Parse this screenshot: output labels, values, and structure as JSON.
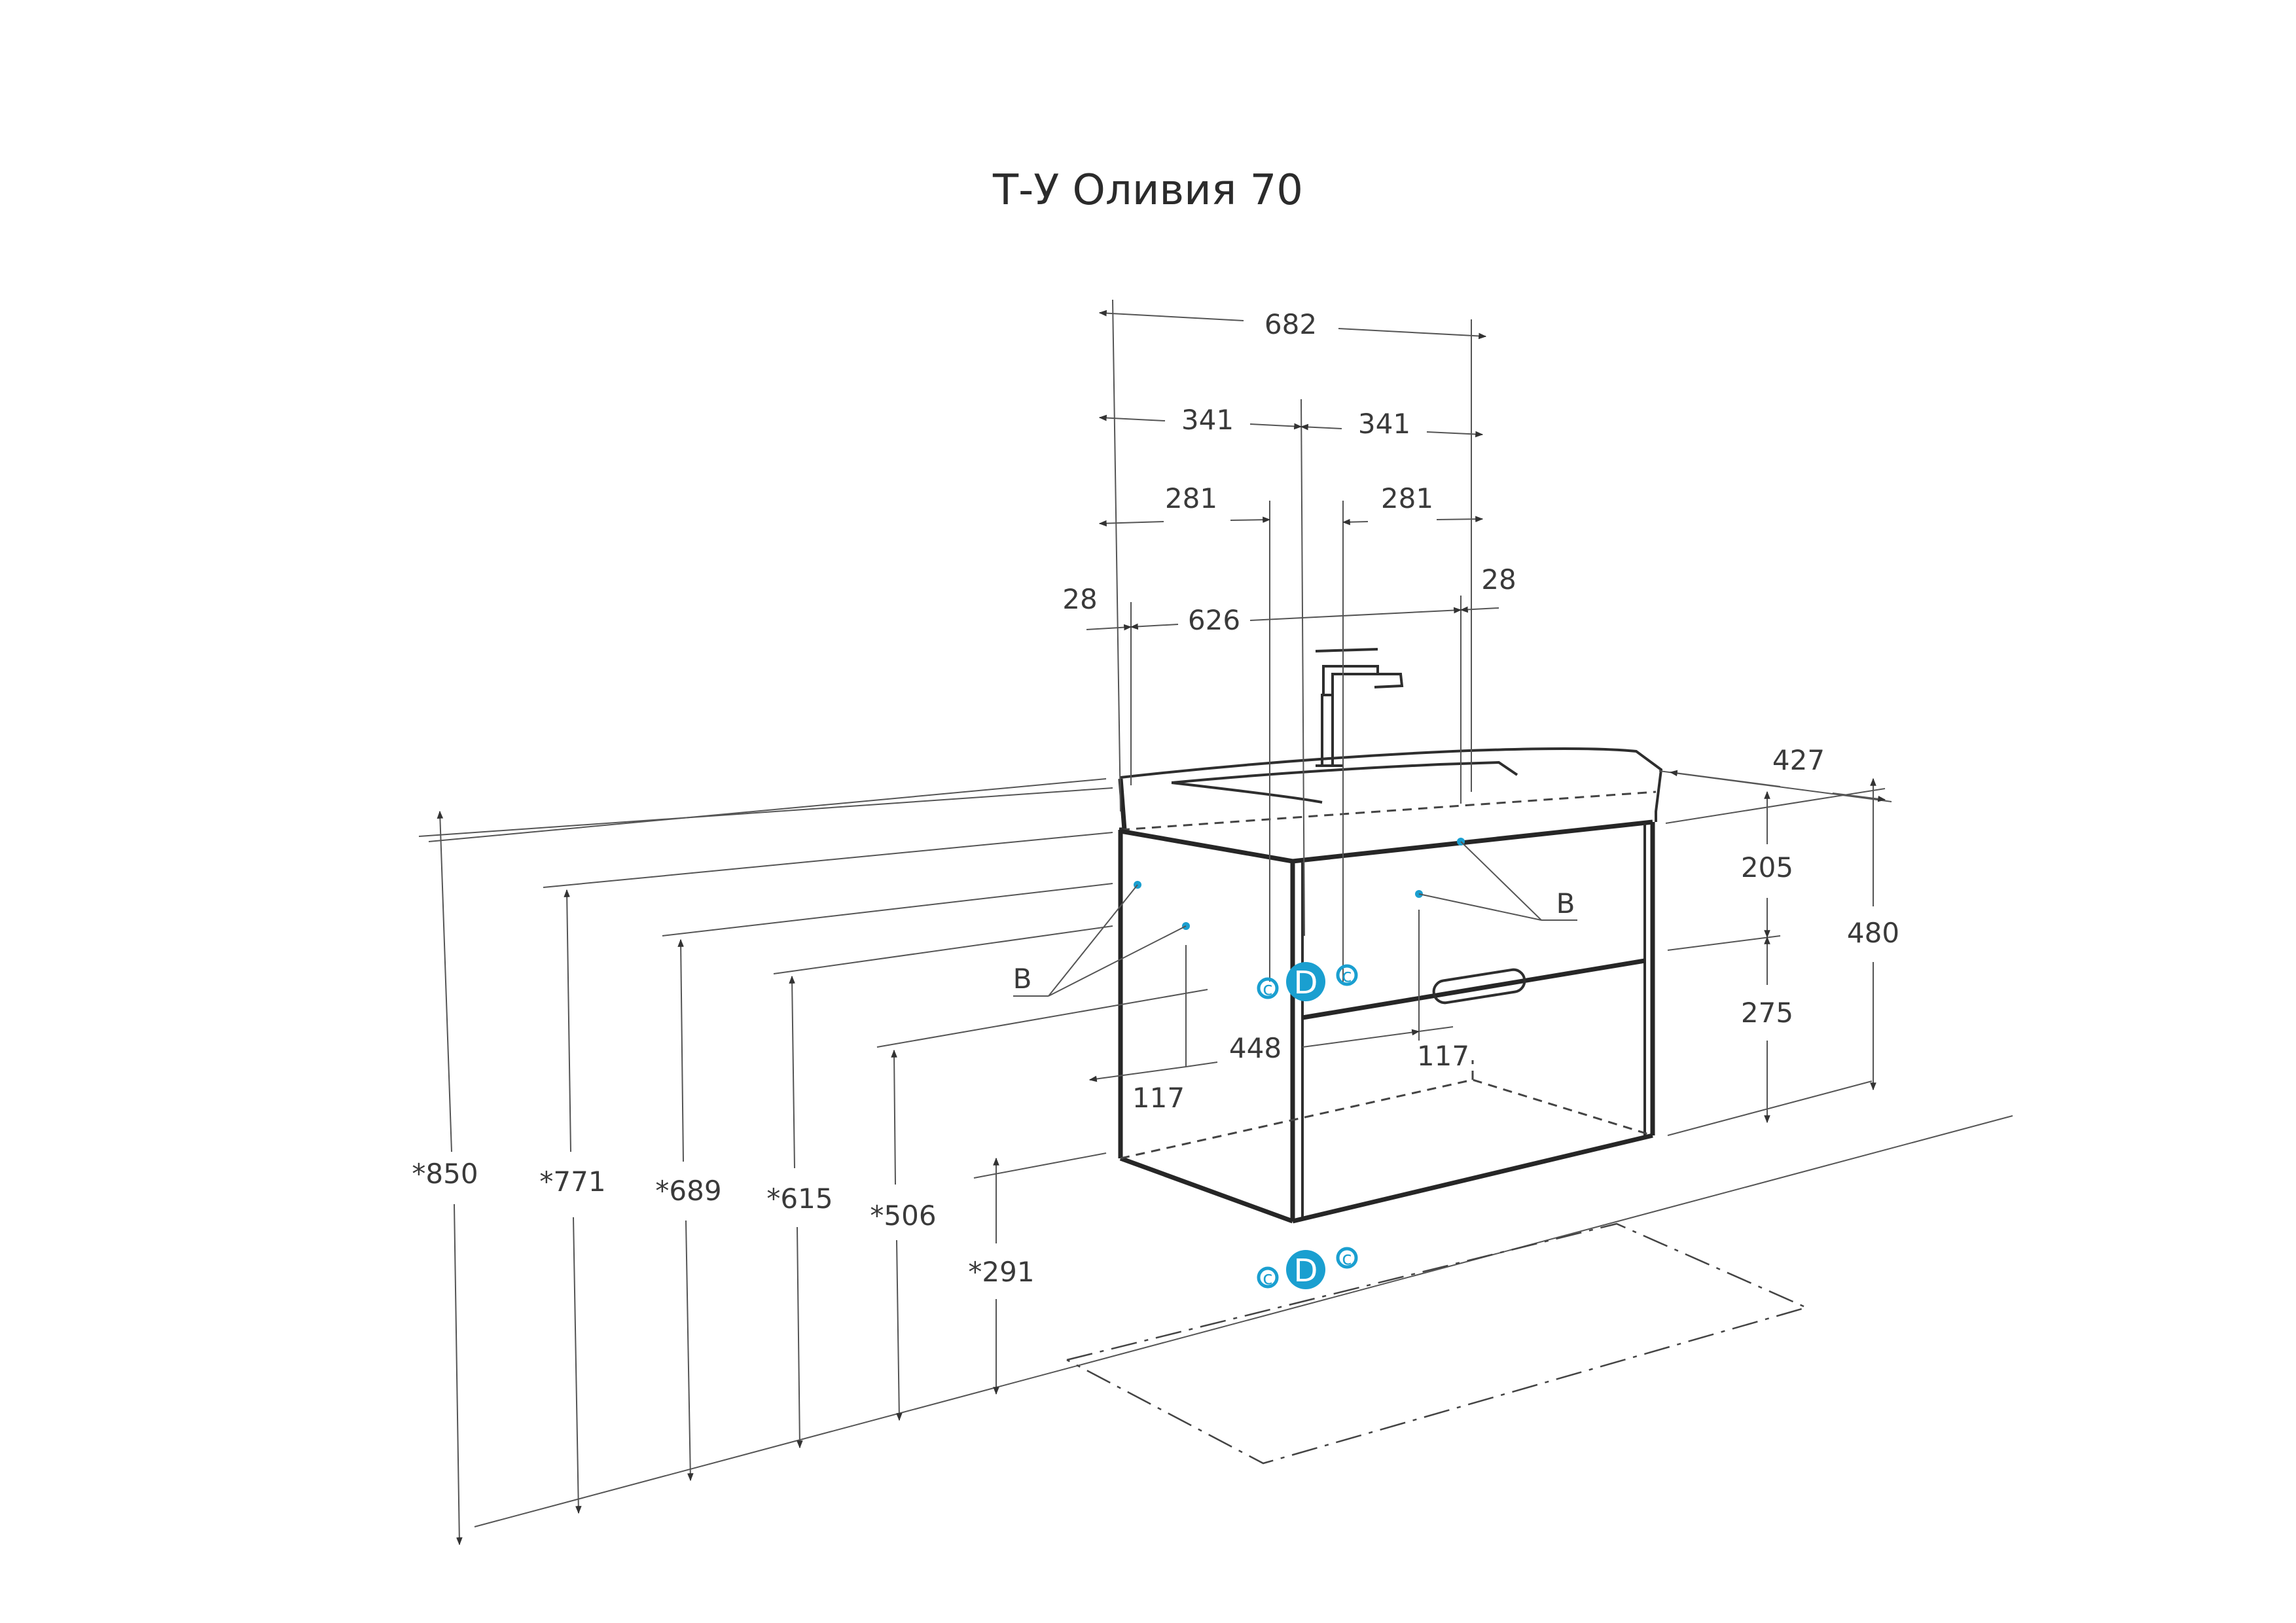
{
  "title": "Т-У Оливия 70",
  "colors": {
    "line": "#2b2b2b",
    "accent": "#1a9fd0"
  },
  "dimensions": {
    "width_total": "682",
    "half_left": "341",
    "half_right": "341",
    "offset_left": "281",
    "offset_right": "281",
    "edge_left": "28",
    "edge_right": "28",
    "inner_width": "626",
    "depth": "427",
    "height_upper": "205",
    "height_lower": "275",
    "height_total": "480",
    "h850": "*850",
    "h771": "*771",
    "h689": "*689",
    "h615": "*615",
    "h506": "*506",
    "h291": "*291",
    "w448": "448",
    "w117_left": "117",
    "w117_right": "117"
  },
  "labels": {
    "b_left": "B",
    "b_right": "B",
    "c_upper_left": "c",
    "d_upper": "D",
    "c_upper_right": "c",
    "c_lower_left": "c",
    "d_lower": "D",
    "c_lower_right": "c"
  }
}
